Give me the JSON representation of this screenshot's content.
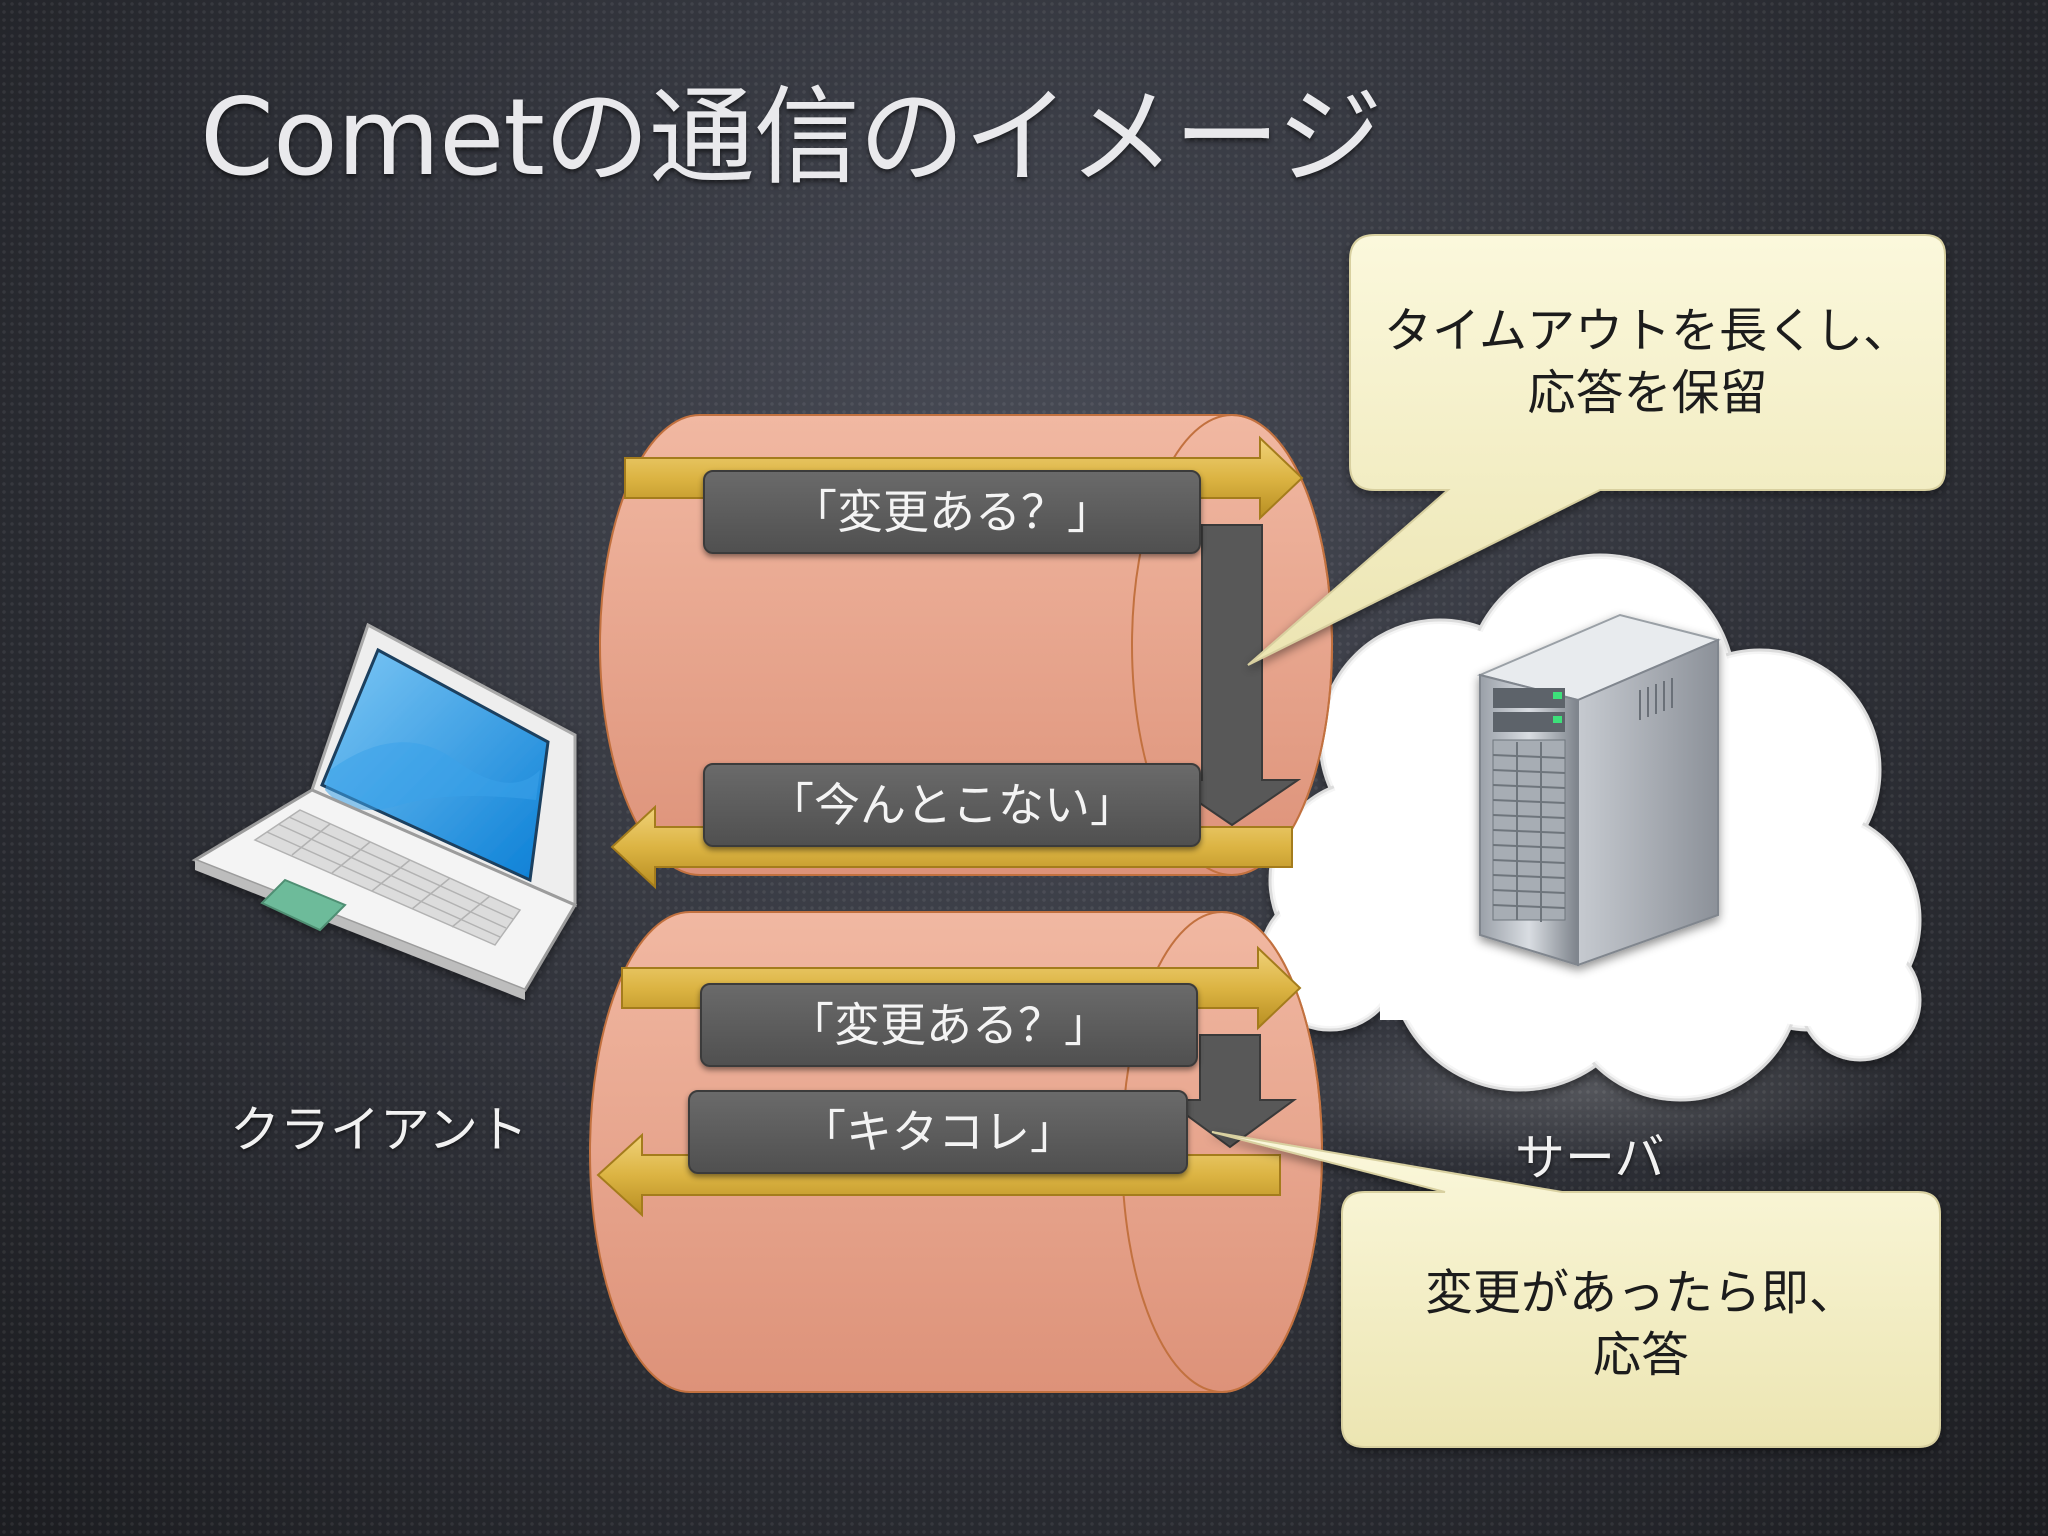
{
  "title": "Cometの通信のイメージ",
  "client": {
    "label": "クライアント"
  },
  "server": {
    "label": "サーバ"
  },
  "exchanges": [
    {
      "request": "「変更ある？」",
      "response": "「今んとこない」"
    },
    {
      "request": "「変更ある？」",
      "response": "「キタコレ」"
    }
  ],
  "callouts": [
    {
      "lines": [
        "タイムアウトを長くし、",
        "応答を保留"
      ]
    },
    {
      "lines": [
        "変更があったら即、",
        "応答"
      ]
    }
  ],
  "colors": {
    "connection_fill": "#e9a58c",
    "arrow_fill": "#e3bf4f",
    "wait_arrow": "#555555",
    "callout_fill": "#f3efc6",
    "request_label_bg": "#5c5c5c"
  },
  "icons": [
    "laptop-icon",
    "server-tower-icon",
    "cloud-icon"
  ]
}
